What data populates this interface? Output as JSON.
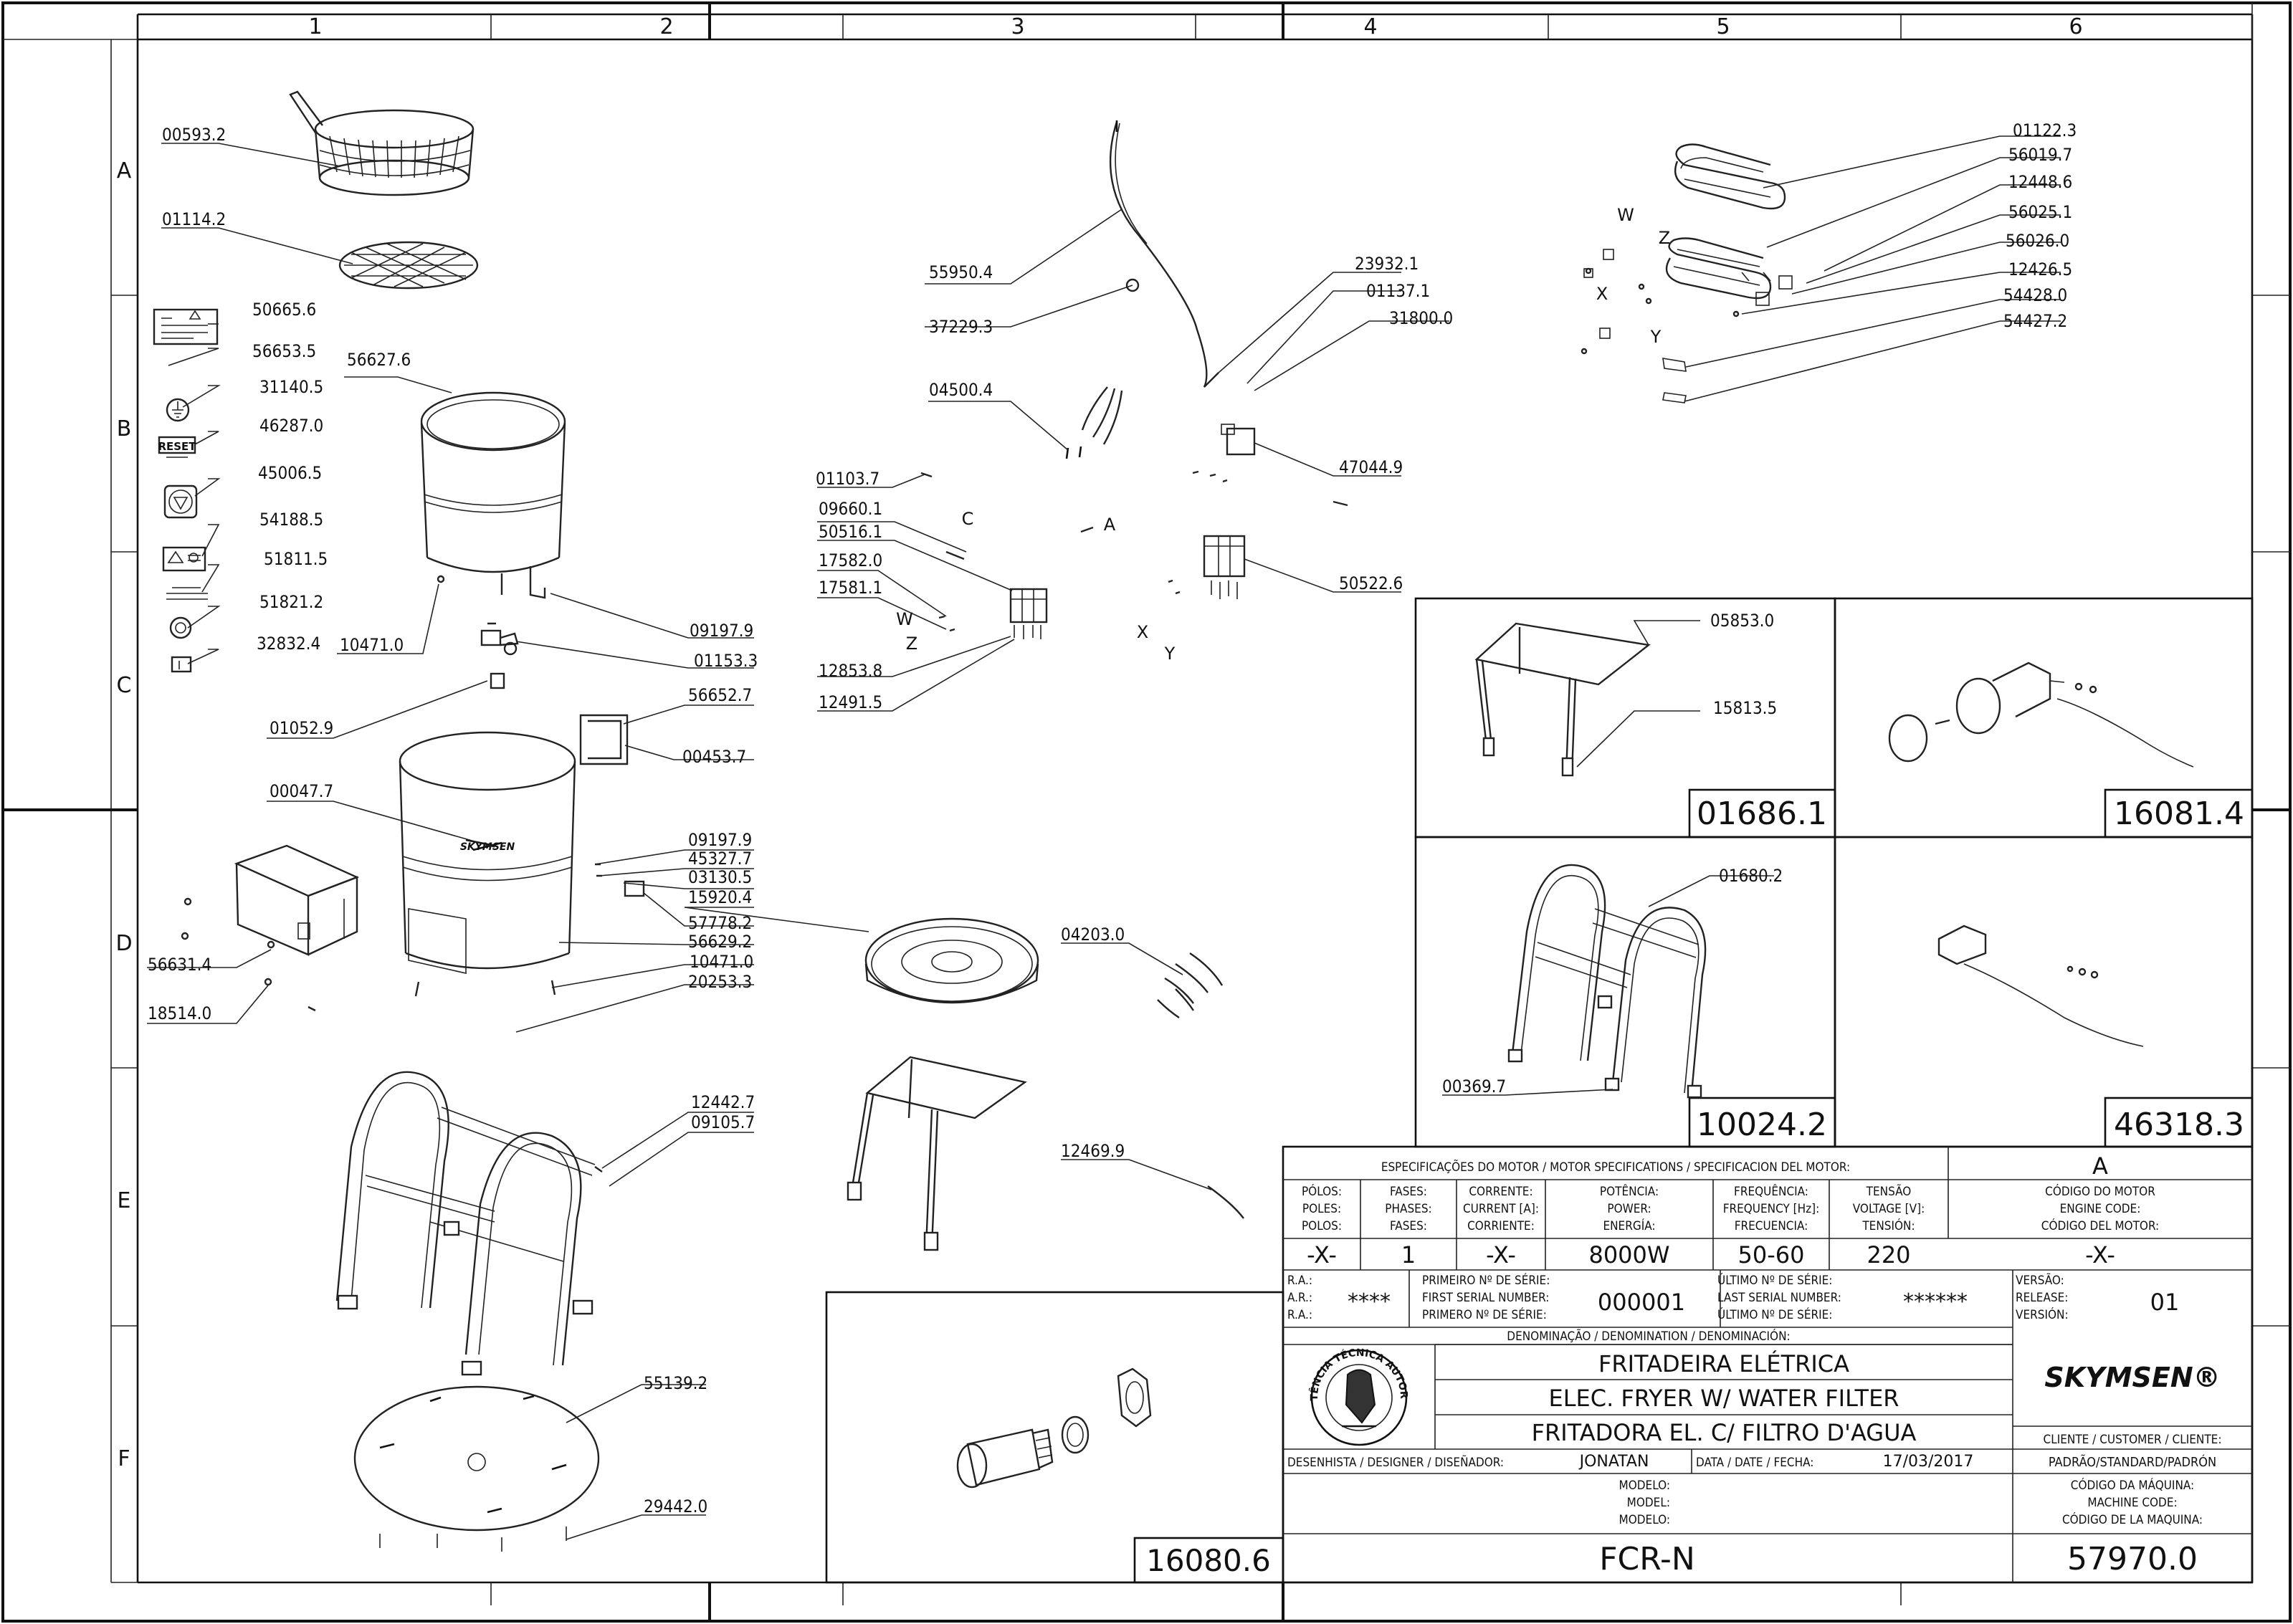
{
  "grid": {
    "columns": [
      "1",
      "2",
      "3",
      "4",
      "5",
      "6"
    ],
    "rows": [
      "A",
      "B",
      "C",
      "D",
      "E",
      "F"
    ]
  },
  "parts": {
    "p00593_2": "00593.2",
    "p01114_2": "01114.2",
    "p50665_6": "50665.6",
    "p56653_5": "56653.5",
    "p31140_5": "31140.5",
    "p46287_0": "46287.0",
    "p45006_5": "45006.5",
    "p54188_5": "54188.5",
    "p51811_5": "51811.5",
    "p51821_2": "51821.2",
    "p32832_4": "32832.4",
    "p56627_6": "56627.6",
    "p10471_0a": "10471.0",
    "p09197_9a": "09197.9",
    "p01153_3": "01153.3",
    "p01052_9": "01052.9",
    "p56652_7": "56652.7",
    "p00453_7": "00453.7",
    "p00047_7": "00047.7",
    "p09197_9b": "09197.9",
    "p45327_7": "45327.7",
    "p03130_5": "03130.5",
    "p15920_4": "15920.4",
    "p57778_2": "57778.2",
    "p56629_2": "56629.2",
    "p10471_0b": "10471.0",
    "p20253_3": "20253.3",
    "p56631_4": "56631.4",
    "p18514_0": "18514.0",
    "p12442_7": "12442.7",
    "p09105_7": "09105.7",
    "p55139_2": "55139.2",
    "p29442_0": "29442.0",
    "p55950_4": "55950.4",
    "p37229_3": "37229.3",
    "p04500_4": "04500.4",
    "p23932_1": "23932.1",
    "p01137_1": "01137.1",
    "p31800_0": "31800.0",
    "p01103_7": "01103.7",
    "p09660_1": "09660.1",
    "p50516_1": "50516.1",
    "p17582_0": "17582.0",
    "p17581_1": "17581.1",
    "p12853_8": "12853.8",
    "p12491_5": "12491.5",
    "p47044_9": "47044.9",
    "p50522_6": "50522.6",
    "p04203_0": "04203.0",
    "p12469_9": "12469.9",
    "p01122_3": "01122.3",
    "p56019_7": "56019.7",
    "p12448_6": "12448.6",
    "p56025_1": "56025.1",
    "p56026_0": "56026.0",
    "p12426_5": "12426.5",
    "p54428_0": "54428.0",
    "p54427_2": "54427.2",
    "p05853_0": "05853.0",
    "p15813_5": "15813.5",
    "p01680_2": "01680.2",
    "p00369_7": "00369.7"
  },
  "letters": {
    "C": "C",
    "A": "A",
    "W": "W",
    "Z": "Z",
    "X": "X",
    "Y": "Y"
  },
  "reset_label": "RESET",
  "boxes": {
    "b01686": "01686.1",
    "b16081": "16081.4",
    "b10024": "10024.2",
    "b46318": "46318.3",
    "b16080": "16080.6"
  },
  "title_block": {
    "motor_spec_header": "ESPECIFICAÇÕES DO MOTOR / MOTOR SPECIFICATIONS / SPECIFICACION DEL MOTOR:",
    "motor_code_value": "A",
    "poles": [
      "PÓLOS:",
      "POLES:",
      "POLOS:"
    ],
    "phases": [
      "FASES:",
      "PHASES:",
      "FASES:"
    ],
    "current": [
      "CORRENTE:",
      "CURRENT [A]:",
      "CORRIENTE:"
    ],
    "power": [
      "POTÊNCIA:",
      "POWER:",
      "ENERGÍA:"
    ],
    "frequency": [
      "FREQUÊNCIA:",
      "FREQUENCY [Hz]:",
      "FRECUENCIA:"
    ],
    "voltage": [
      "TENSÃO",
      "VOLTAGE [V]:",
      "TENSIÓN:"
    ],
    "engine_code": [
      "CÓDIGO DO MOTOR",
      "ENGINE CODE:",
      "CÓDIGO DEL MOTOR:"
    ],
    "values": [
      "-X-",
      "1",
      "-X-",
      "8000W",
      "50-60",
      "220",
      "-X-"
    ],
    "ra": [
      "R.A.:",
      "A.R.:",
      "R.A.:"
    ],
    "ra_value": "****",
    "first_serial": [
      "PRIMEIRO Nº DE SÉRIE:",
      "FIRST SERIAL NUMBER:",
      "PRIMERO Nº DE SÉRIE:"
    ],
    "first_serial_value": "000001",
    "last_serial": [
      "ÚLTIMO Nº DE SÉRIE:",
      "LAST SERIAL NUMBER:",
      "ÚLTIMO Nº DE SÉRIE:"
    ],
    "last_serial_value": "******",
    "version": [
      "VERSÃO:",
      "RELEASE:",
      "VERSIÓN:"
    ],
    "version_value": "01",
    "denomination_header": "DENOMINAÇÃO / DENOMINATION / DENOMINACIÓN:",
    "names": [
      "FRITADEIRA ELÉTRICA",
      "ELEC. FRYER W/ WATER FILTER",
      "FRITADORA EL. C/ FILTRO D'AGUA"
    ],
    "brand": "SKYMSEN®",
    "seal_text": "ASSISTÊNCIA TÉCNICA AUTORIZADA",
    "client_label": "CLIENTE / CUSTOMER / CLIENTE:",
    "client_value": "PADRÃO/STANDARD/PADRÓN",
    "designer_label": "DESENHISTA / DESIGNER / DISEÑADOR:",
    "designer_value": "JONATAN",
    "date_label": "DATA / DATE / FECHA:",
    "date_value": "17/03/2017",
    "model_labels": [
      "MODELO:",
      "MODEL:",
      "MODELO:"
    ],
    "machine_code_labels": [
      "CÓDIGO DA MÁQUINA:",
      "MACHINE CODE:",
      "CÓDIGO DE LA MAQUINA:"
    ],
    "model_value": "FCR-N",
    "machine_code_value": "57970.0"
  }
}
